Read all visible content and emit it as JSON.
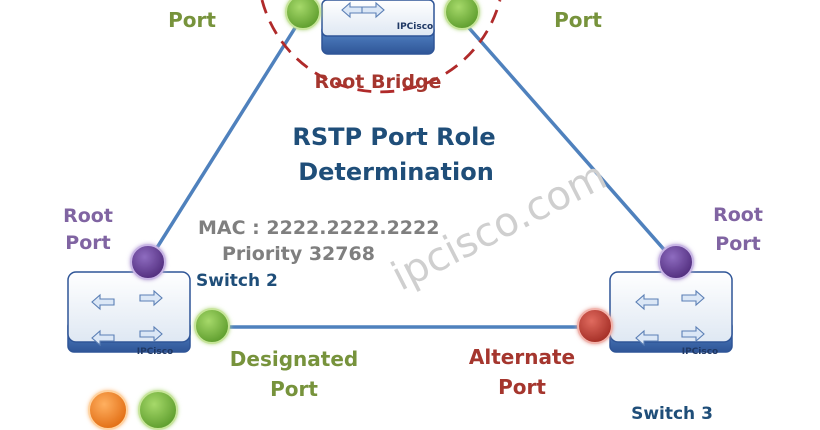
{
  "labels": {
    "top_left_port_partial": "Port",
    "top_right_port_partial": "Port",
    "root_bridge": "Root Bridge",
    "title_line1": "RSTP Port Role",
    "title_line2": "Determination",
    "left_root_port_line1": "Root",
    "left_root_port_line2": "Port",
    "right_root_port_line1": "Root",
    "right_root_port_line2": "Port",
    "mac": "MAC : 2222.2222.2222",
    "priority": "Priority 32768",
    "switch2": "Switch 2",
    "switch3": "Switch 3",
    "designated_line1": "Designated",
    "designated_line2": "Port",
    "alternate_line1": "Alternate",
    "alternate_line2": "Port",
    "watermark": "ipcisco.com",
    "switch_brand": "IPCisco"
  },
  "colors": {
    "link": "#4f81bd",
    "switch_outline": "#2f5597",
    "port_green_label": "#77933c",
    "port_red_label": "#a5362e",
    "port_purple_label": "#8064a2",
    "title_blue": "#1f4e79",
    "root_bridge_red": "#a5362e",
    "dashed_circle": "#b02a2a",
    "gray_text": "#7f7f7f",
    "green_port": "#6fb239",
    "red_port": "#c0392b",
    "purple_port": "#6a3d9a",
    "orange_port": "#f58220"
  }
}
